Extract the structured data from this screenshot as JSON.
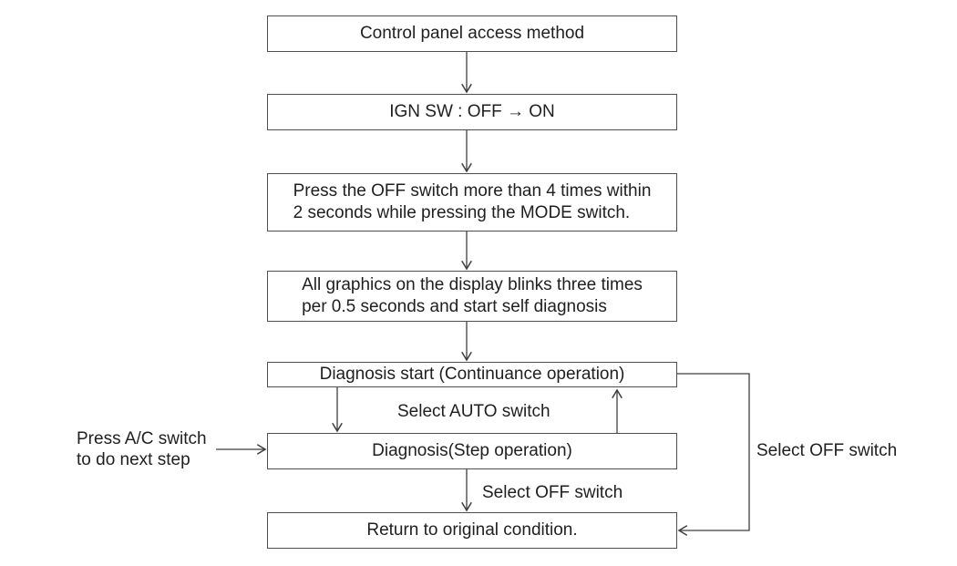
{
  "diagram": {
    "type": "flowchart",
    "subject": "Control panel access method",
    "boxes": [
      {
        "id": "control-panel-access-method",
        "lines": [
          "Control panel access method"
        ]
      },
      {
        "id": "ign-sw-off-on",
        "lines": [
          "IGN SW : OFF → ON"
        ]
      },
      {
        "id": "press-off-switch",
        "lines": [
          "Press the OFF switch more than 4 times within",
          "2 seconds while pressing the MODE switch."
        ]
      },
      {
        "id": "graphics-blink-self-diagnosis",
        "lines": [
          "All graphics on the display blinks three times",
          "per 0.5 seconds and start self diagnosis"
        ]
      },
      {
        "id": "diagnosis-start-continuance",
        "lines": [
          "Diagnosis start (Continuance operation)"
        ]
      },
      {
        "id": "diagnosis-step-operation",
        "lines": [
          "Diagnosis(Step operation)"
        ]
      },
      {
        "id": "return-to-original-condition",
        "lines": [
          "Return to original condition."
        ]
      }
    ],
    "edge_labels": {
      "select_auto": "Select AUTO switch",
      "select_off_step": "Select OFF switch",
      "select_off_loop": "Select OFF switch",
      "press_ac_line1": "Press A/C switch",
      "press_ac_line2": "to do next step"
    },
    "colors": {
      "background": "#ffffff",
      "box_border": "#4f4f4f",
      "line": "#3f3f3f",
      "text": "#1f1f1f"
    }
  }
}
